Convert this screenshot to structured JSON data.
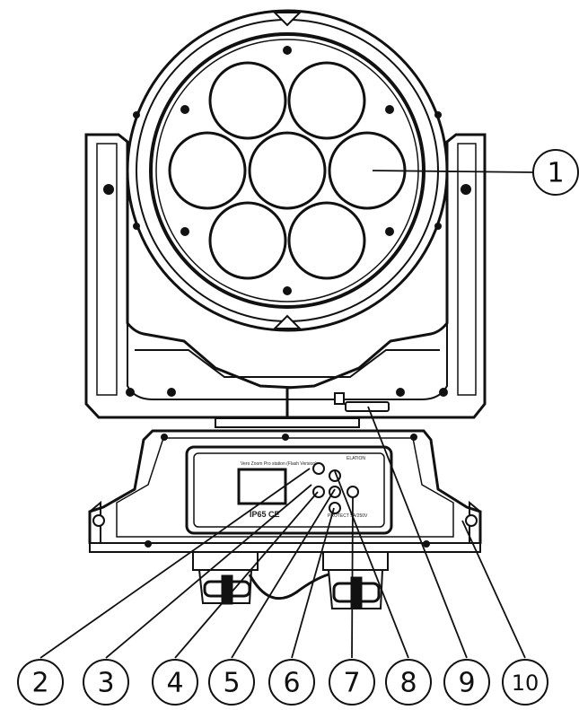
{
  "callouts": [
    {
      "label": "1"
    },
    {
      "label": "2"
    },
    {
      "label": "3"
    },
    {
      "label": "4"
    },
    {
      "label": "5"
    },
    {
      "label": "6"
    },
    {
      "label": "7"
    },
    {
      "label": "8"
    },
    {
      "label": "9"
    },
    {
      "label": "10"
    }
  ],
  "panel": {
    "header_text": "Vero Zoom Pro station (Flash Version)",
    "rating_text": "IP65 CE",
    "voltage_text": "PROTECT 5A/250V",
    "brand_text": "ELATION"
  },
  "colors": {
    "line": "#111111",
    "background": "#ffffff"
  }
}
